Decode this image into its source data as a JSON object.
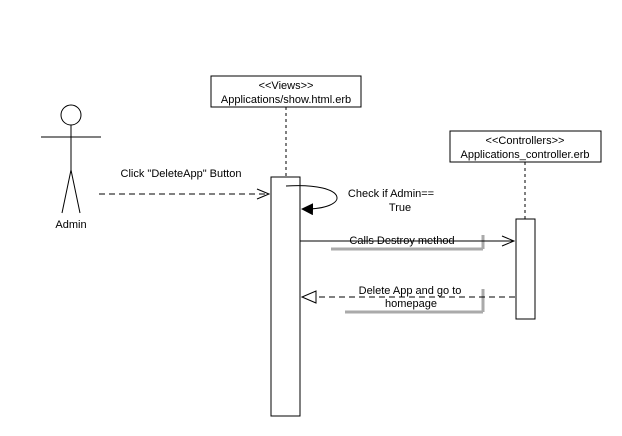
{
  "actor": {
    "name": "Admin"
  },
  "views": {
    "stereotype": "<<Views>>",
    "name": "Applications/show.html.erb"
  },
  "controllers": {
    "stereotype": "<<Controllers>>",
    "name": "Applications_controller.erb"
  },
  "messages": {
    "click_delete": "Click \"DeleteApp\" Button",
    "check_admin_line1": "Check if Admin==",
    "check_admin_line2": "True",
    "calls_destroy": "Calls Destroy method",
    "delete_line1": "Delete App and go to",
    "delete_line2": "homepage"
  },
  "colors": {
    "stroke": "#000000",
    "label_underline": "#aaaaaa",
    "background": "#ffffff"
  }
}
